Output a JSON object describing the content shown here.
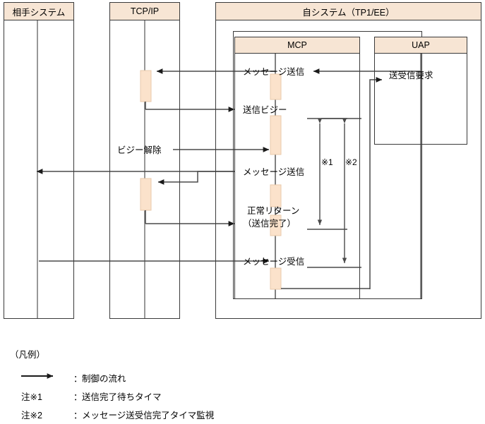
{
  "diagram": {
    "title_hidden": "",
    "columns": [
      {
        "id": "partner",
        "label": "相手システム"
      },
      {
        "id": "tcpip",
        "label": "TCP/IP"
      },
      {
        "id": "own",
        "label": "自システム（TP1/EE）"
      }
    ],
    "inner_boxes": [
      {
        "id": "mcp",
        "label": "MCP"
      },
      {
        "id": "uap",
        "label": "UAP"
      }
    ],
    "messages": [
      {
        "id": "m1",
        "label": "メッセージ送信"
      },
      {
        "id": "m2",
        "label": "送受信要求"
      },
      {
        "id": "m3",
        "label": "送信ビジー"
      },
      {
        "id": "m4",
        "label": "ビジー解除"
      },
      {
        "id": "m5",
        "label": "メッセージ送信"
      },
      {
        "id": "m6",
        "label": "正常リターン"
      },
      {
        "id": "m7",
        "label": "（送信完了）"
      },
      {
        "id": "m8",
        "label": "メッセージ受信"
      }
    ],
    "timers": [
      {
        "id": "t1",
        "label": "※1"
      },
      {
        "id": "t2",
        "label": "※2"
      }
    ]
  },
  "legend": {
    "title": "（凡例）",
    "rows": [
      {
        "id": "flow",
        "key": "",
        "colon": "：",
        "text": "制御の流れ",
        "icon": "arrow-right-icon"
      },
      {
        "id": "note1",
        "key": "注※1",
        "colon": "：",
        "text": "送信完了待ちタイマ",
        "icon": ""
      },
      {
        "id": "note2",
        "key": "注※2",
        "colon": "：",
        "text": "メッセージ送受信完了タイマ監視",
        "icon": ""
      }
    ]
  },
  "colors": {
    "header_fill": "#f7e5d4",
    "activation_fill": "#fbe2cb",
    "activation_stroke": "#e8c9ab",
    "line": "#4a4a4a",
    "line_dark": "#1a1a1a",
    "border": "#3a3a3a"
  }
}
